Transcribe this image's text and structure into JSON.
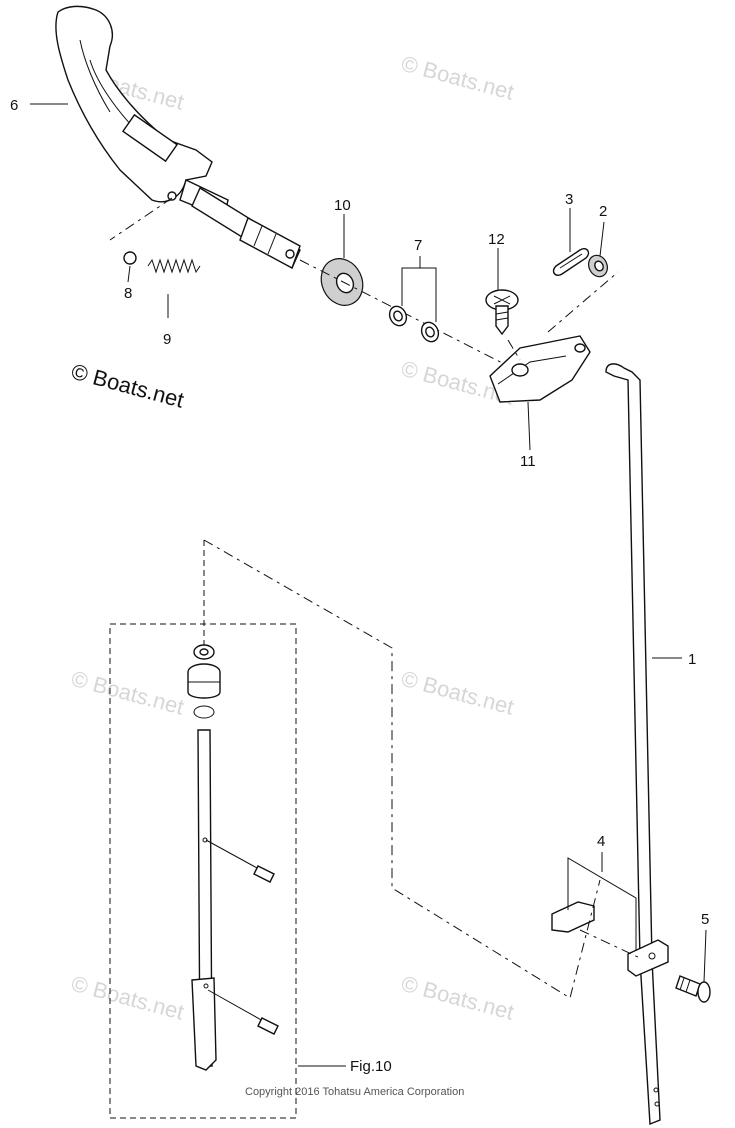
{
  "callouts": [
    {
      "id": "1",
      "label": "1"
    },
    {
      "id": "2",
      "label": "2"
    },
    {
      "id": "3",
      "label": "3"
    },
    {
      "id": "4",
      "label": "4"
    },
    {
      "id": "5",
      "label": "5"
    },
    {
      "id": "6",
      "label": "6"
    },
    {
      "id": "7",
      "label": "7"
    },
    {
      "id": "8",
      "label": "8"
    },
    {
      "id": "9",
      "label": "9"
    },
    {
      "id": "10",
      "label": "10"
    },
    {
      "id": "11",
      "label": "11"
    },
    {
      "id": "12",
      "label": "12"
    }
  ],
  "figure_reference": "Fig.10",
  "watermark": {
    "text": "© Boats.net",
    "highlight_text": "© Boats.net"
  },
  "copyright": "Copyright 2016 Tohatsu America Corporation",
  "colors": {
    "line": "#111111",
    "watermark": "#d6d6d6",
    "part_fill": "#ffffff",
    "shade": "#cfcfcf"
  }
}
